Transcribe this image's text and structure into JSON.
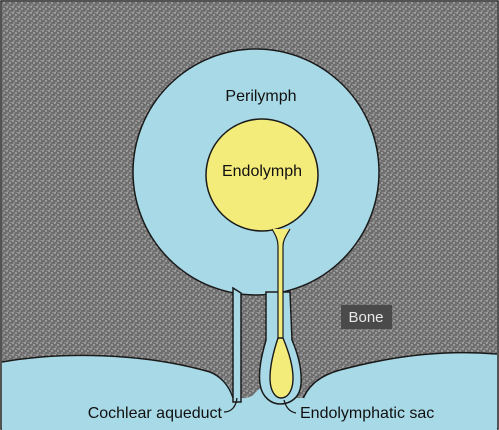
{
  "labels": {
    "perilymph": "Perilymph",
    "endolymph": "Endolymph",
    "bone": "Bone",
    "cochlear_aqueduct": "Cochlear aqueduct",
    "endolymphatic_sac": "Endolymphatic sac"
  },
  "colors": {
    "bone": "#6e6e6e",
    "bone_speckle": "#d9d9d9",
    "perilymph": "#a8d9e6",
    "endolymph": "#f3ec7a",
    "outline": "#1a1a1a",
    "bone_label_box": "#4a4a4a"
  }
}
